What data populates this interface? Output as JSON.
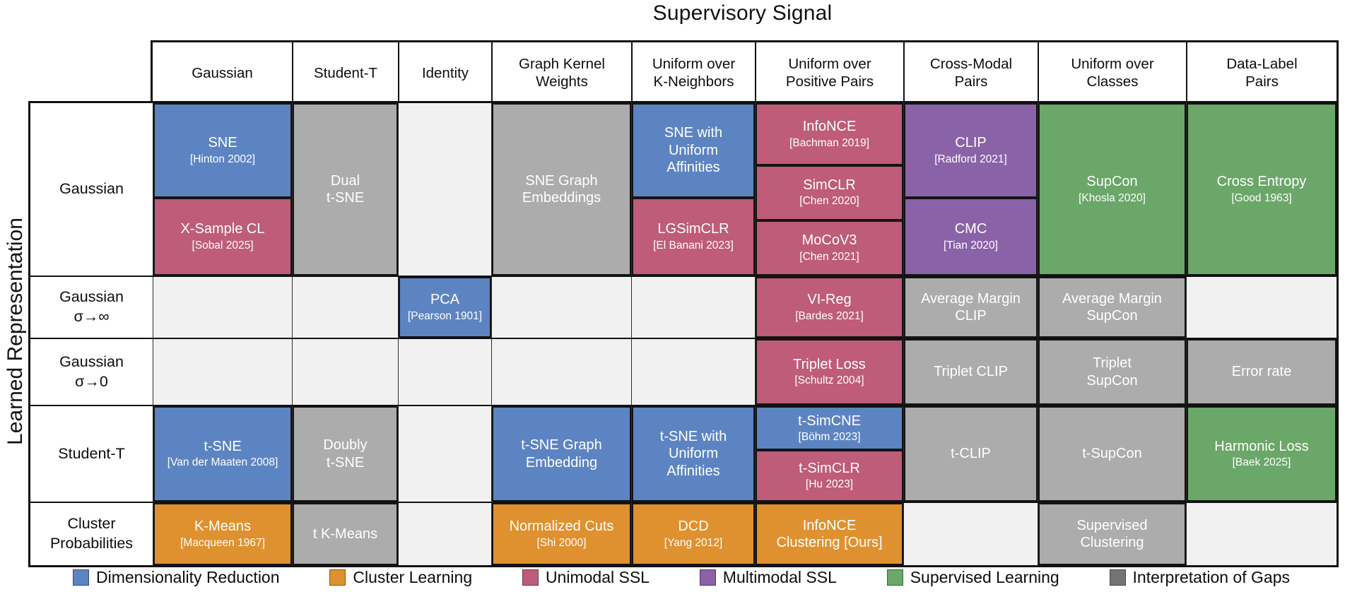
{
  "title": "Supervisory Signal",
  "y_axis_label": "Learned Representation",
  "colors": {
    "dimensionality_reduction": "#5D84C2",
    "cluster_learning": "#E0912F",
    "unimodal_ssl": "#BE5C7A",
    "multimodal_ssl": "#8A62A8",
    "supervised_learning": "#6AA768",
    "interpretation_of_gaps": "#ACACAC",
    "empty_cell": "#F1F1F1"
  },
  "columns": [
    "Gaussian",
    "Student-T",
    "Identity",
    "Graph Kernel\nWeights",
    "Uniform over\nK-Neighbors",
    "Uniform over\nPositive Pairs",
    "Cross-Modal\nPairs",
    "Uniform over\nClasses",
    "Data-Label\nPairs"
  ],
  "rows": [
    {
      "label": "Gaussian",
      "cells": [
        {
          "segments": [
            {
              "name": "SNE",
              "cite": "[Hinton 2002]",
              "category": "dimensionality_reduction",
              "weight": 55
            },
            {
              "name": "X-Sample CL",
              "cite": "[Sobal 2025]",
              "category": "unimodal_ssl",
              "weight": 45
            }
          ]
        },
        {
          "segments": [
            {
              "name": "Dual\nt-SNE",
              "category": "interpretation_of_gaps"
            }
          ]
        },
        {
          "segments": []
        },
        {
          "segments": [
            {
              "name": "SNE Graph\nEmbeddings",
              "category": "interpretation_of_gaps"
            }
          ]
        },
        {
          "segments": [
            {
              "name": "SNE with\nUniform\nAffinities",
              "category": "dimensionality_reduction",
              "weight": 55
            },
            {
              "name": "LGSimCLR",
              "cite": "[El Banani 2023]",
              "category": "unimodal_ssl",
              "weight": 45
            }
          ]
        },
        {
          "segments": [
            {
              "name": "InfoNCE",
              "cite": "[Bachman 2019]",
              "category": "unimodal_ssl",
              "weight": 36
            },
            {
              "name": "SimCLR",
              "cite": "[Chen 2020]",
              "category": "unimodal_ssl",
              "weight": 32
            },
            {
              "name": "MoCoV3",
              "cite": "[Chen 2021]",
              "category": "unimodal_ssl",
              "weight": 32
            }
          ]
        },
        {
          "segments": [
            {
              "name": "CLIP",
              "cite": "[Radford 2021]",
              "category": "multimodal_ssl",
              "weight": 55
            },
            {
              "name": "CMC",
              "cite": "[Tian 2020]",
              "category": "multimodal_ssl",
              "weight": 45
            }
          ]
        },
        {
          "segments": [
            {
              "name": "SupCon",
              "cite": "[Khosla 2020]",
              "category": "supervised_learning"
            }
          ]
        },
        {
          "segments": [
            {
              "name": "Cross Entropy",
              "cite": "[Good 1963]",
              "category": "supervised_learning"
            }
          ]
        }
      ]
    },
    {
      "label": "Gaussian\nσ→∞",
      "cells": [
        {
          "segments": []
        },
        {
          "segments": []
        },
        {
          "segments": [
            {
              "name": "PCA",
              "cite": "[Pearson 1901]",
              "category": "dimensionality_reduction"
            }
          ]
        },
        {
          "segments": []
        },
        {
          "segments": []
        },
        {
          "segments": [
            {
              "name": "VI-Reg",
              "cite": "[Bardes 2021]",
              "category": "unimodal_ssl"
            }
          ]
        },
        {
          "segments": [
            {
              "name": "Average Margin\nCLIP",
              "category": "interpretation_of_gaps"
            }
          ]
        },
        {
          "segments": [
            {
              "name": "Average Margin\nSupCon",
              "category": "interpretation_of_gaps"
            }
          ]
        },
        {
          "segments": []
        }
      ]
    },
    {
      "label": "Gaussian\nσ→0",
      "cells": [
        {
          "segments": []
        },
        {
          "segments": []
        },
        {
          "segments": []
        },
        {
          "segments": []
        },
        {
          "segments": []
        },
        {
          "segments": [
            {
              "name": "Triplet Loss",
              "cite": "[Schultz 2004]",
              "category": "unimodal_ssl"
            }
          ]
        },
        {
          "segments": [
            {
              "name": "Triplet CLIP",
              "category": "interpretation_of_gaps"
            }
          ]
        },
        {
          "segments": [
            {
              "name": "Triplet\nSupCon",
              "category": "interpretation_of_gaps"
            }
          ]
        },
        {
          "segments": [
            {
              "name": "Error rate",
              "category": "interpretation_of_gaps"
            }
          ]
        }
      ]
    },
    {
      "label": "Student-T",
      "cells": [
        {
          "segments": [
            {
              "name": "t-SNE",
              "cite": "[Van der Maaten 2008]",
              "category": "dimensionality_reduction"
            }
          ]
        },
        {
          "segments": [
            {
              "name": "Doubly\nt-SNE",
              "category": "interpretation_of_gaps"
            }
          ]
        },
        {
          "segments": []
        },
        {
          "segments": [
            {
              "name": "t-SNE Graph\nEmbedding",
              "category": "dimensionality_reduction"
            }
          ]
        },
        {
          "segments": [
            {
              "name": "t-SNE with\nUniform\nAffinities",
              "category": "dimensionality_reduction"
            }
          ]
        },
        {
          "segments": [
            {
              "name": "t-SimCNE",
              "cite": "[Böhm 2023]",
              "category": "dimensionality_reduction",
              "weight": 46
            },
            {
              "name": "t-SimCLR",
              "cite": "[Hu 2023]",
              "category": "unimodal_ssl",
              "weight": 54
            }
          ]
        },
        {
          "segments": [
            {
              "name": "t-CLIP",
              "category": "interpretation_of_gaps"
            }
          ]
        },
        {
          "segments": [
            {
              "name": "t-SupCon",
              "category": "interpretation_of_gaps"
            }
          ]
        },
        {
          "segments": [
            {
              "name": "Harmonic Loss",
              "cite": "[Baek 2025]",
              "category": "supervised_learning"
            }
          ]
        }
      ]
    },
    {
      "label": "Cluster\nProbabilities",
      "cells": [
        {
          "segments": [
            {
              "name": "K-Means",
              "cite": "[Macqueen 1967]",
              "category": "cluster_learning"
            }
          ]
        },
        {
          "segments": [
            {
              "name": "t K-Means",
              "category": "interpretation_of_gaps"
            }
          ]
        },
        {
          "segments": []
        },
        {
          "segments": [
            {
              "name": "Normalized Cuts",
              "cite": "[Shi 2000]",
              "category": "cluster_learning"
            }
          ]
        },
        {
          "segments": [
            {
              "name": "DCD",
              "cite": "[Yang 2012]",
              "category": "cluster_learning"
            }
          ]
        },
        {
          "segments": [
            {
              "name": "InfoNCE\nClustering [Ours]",
              "category": "cluster_learning"
            }
          ]
        },
        {
          "segments": []
        },
        {
          "segments": [
            {
              "name": "Supervised\nClustering",
              "category": "interpretation_of_gaps"
            }
          ]
        },
        {
          "segments": []
        }
      ]
    }
  ],
  "legend": [
    {
      "label": "Dimensionality Reduction",
      "color": "#5D84C2"
    },
    {
      "label": "Cluster Learning",
      "color": "#E0912F"
    },
    {
      "label": "Unimodal SSL",
      "color": "#BE5C7A"
    },
    {
      "label": "Multimodal SSL",
      "color": "#8A62A8"
    },
    {
      "label": "Supervised Learning",
      "color": "#6AA768"
    },
    {
      "label": "Interpretation of Gaps",
      "color": "#747474"
    }
  ]
}
